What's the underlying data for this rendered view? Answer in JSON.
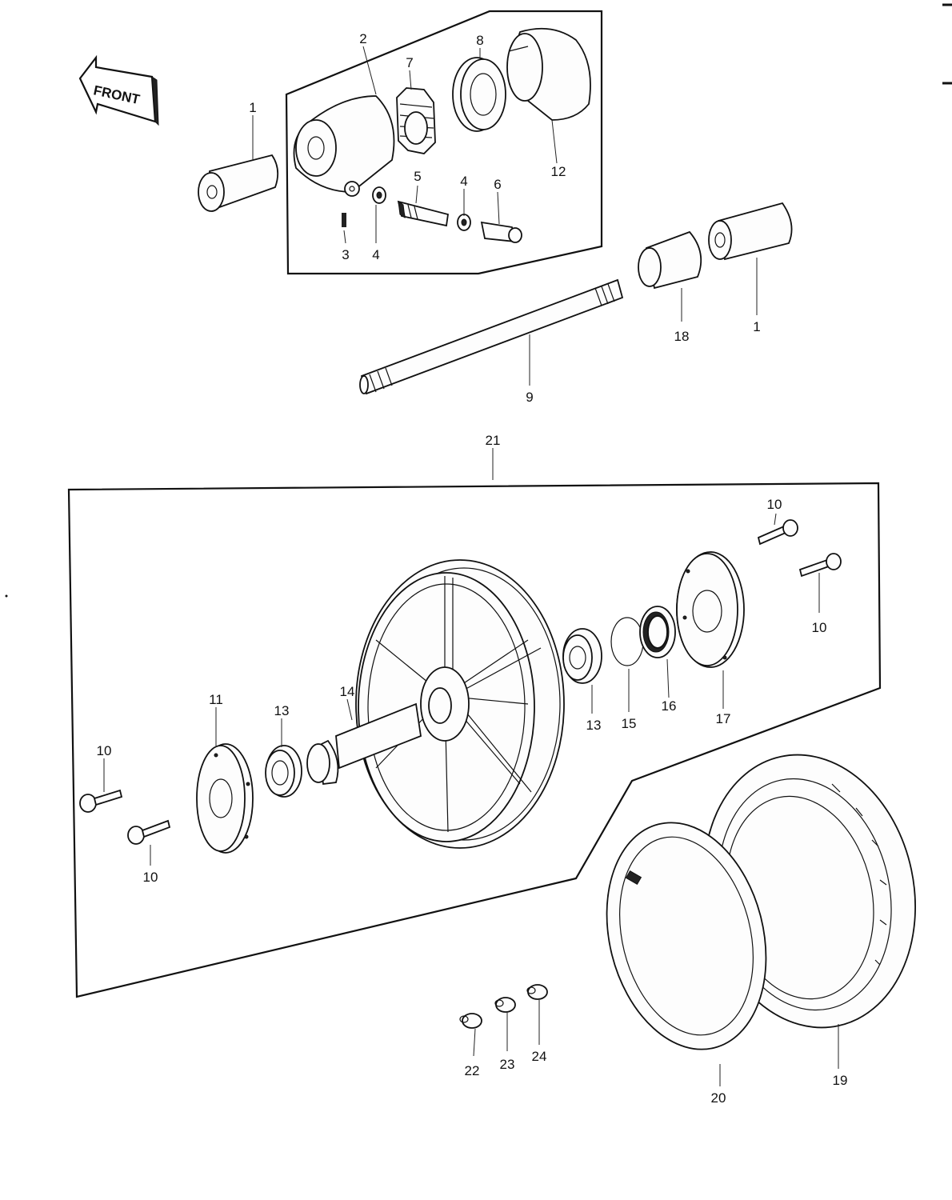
{
  "front_badge": {
    "label": "FRONT"
  },
  "callouts": {
    "c1_top": "1",
    "c2": "2",
    "c3": "3",
    "c4_left": "4",
    "c4_right": "4",
    "c5": "5",
    "c6": "6",
    "c7": "7",
    "c8": "8",
    "c12": "12",
    "c1_right": "1",
    "c18": "18",
    "c9": "9",
    "c21": "21",
    "c10_top1": "10",
    "c10_top2": "10",
    "c10_left1": "10",
    "c10_left2": "10",
    "c11": "11",
    "c13_left": "13",
    "c14": "14",
    "c13_right": "13",
    "c15": "15",
    "c16": "16",
    "c17": "17",
    "c22": "22",
    "c23": "23",
    "c24": "24",
    "c20": "20",
    "c19": "19"
  }
}
